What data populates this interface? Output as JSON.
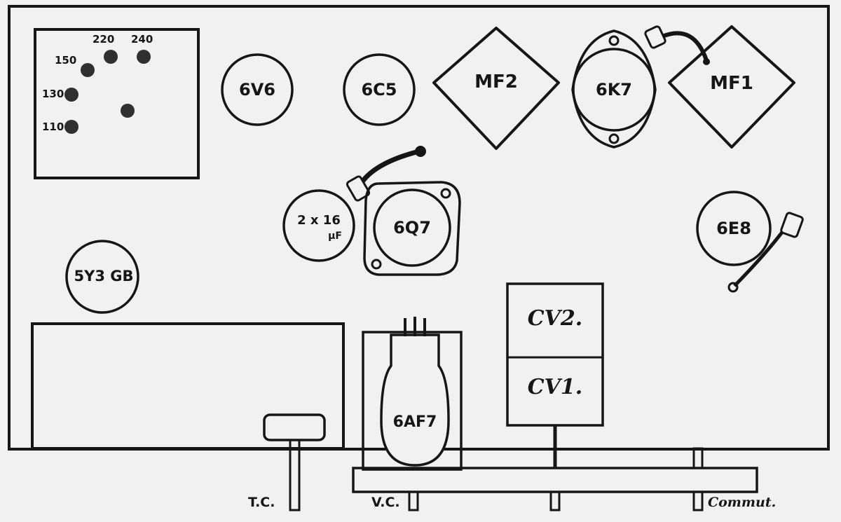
{
  "voltage_selector": {
    "taps": [
      "110",
      "130",
      "150",
      "220",
      "240"
    ]
  },
  "tubes": {
    "v6v6": "6V6",
    "v6c5": "6C5",
    "v6k7": "6K7",
    "v6q7": "6Q7",
    "v6e8": "6E8",
    "v5y3": "5Y3 GB",
    "v6af7": "6AF7"
  },
  "transformers": {
    "mf2": "MF2",
    "mf1": "MF1"
  },
  "capacitor": {
    "line1": "2 x 16",
    "line2": "μF"
  },
  "variable_capacitors": {
    "cv2": "CV2.",
    "cv1": "CV1."
  },
  "controls": {
    "tc": "T.C.",
    "vc": "V.C.",
    "commut": "Commut."
  },
  "colors": {
    "paper": "#f1f1f1",
    "ink": "#161616",
    "dot": "#303030"
  }
}
